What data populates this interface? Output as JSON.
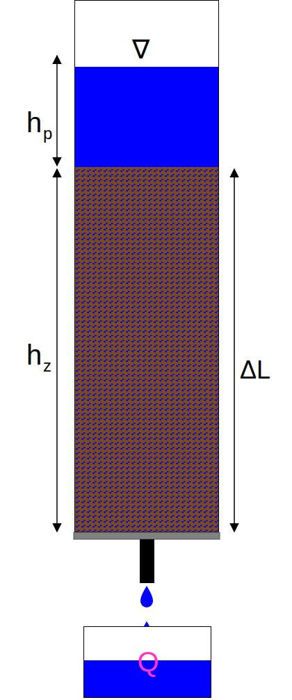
{
  "diagram": {
    "nodes": [
      {
        "text": [
          "Q"
        ]
      }
    ],
    "labels": [
      "∇",
      "h",
      "p",
      "h",
      "z",
      "ΔL"
    ]
  }
}
